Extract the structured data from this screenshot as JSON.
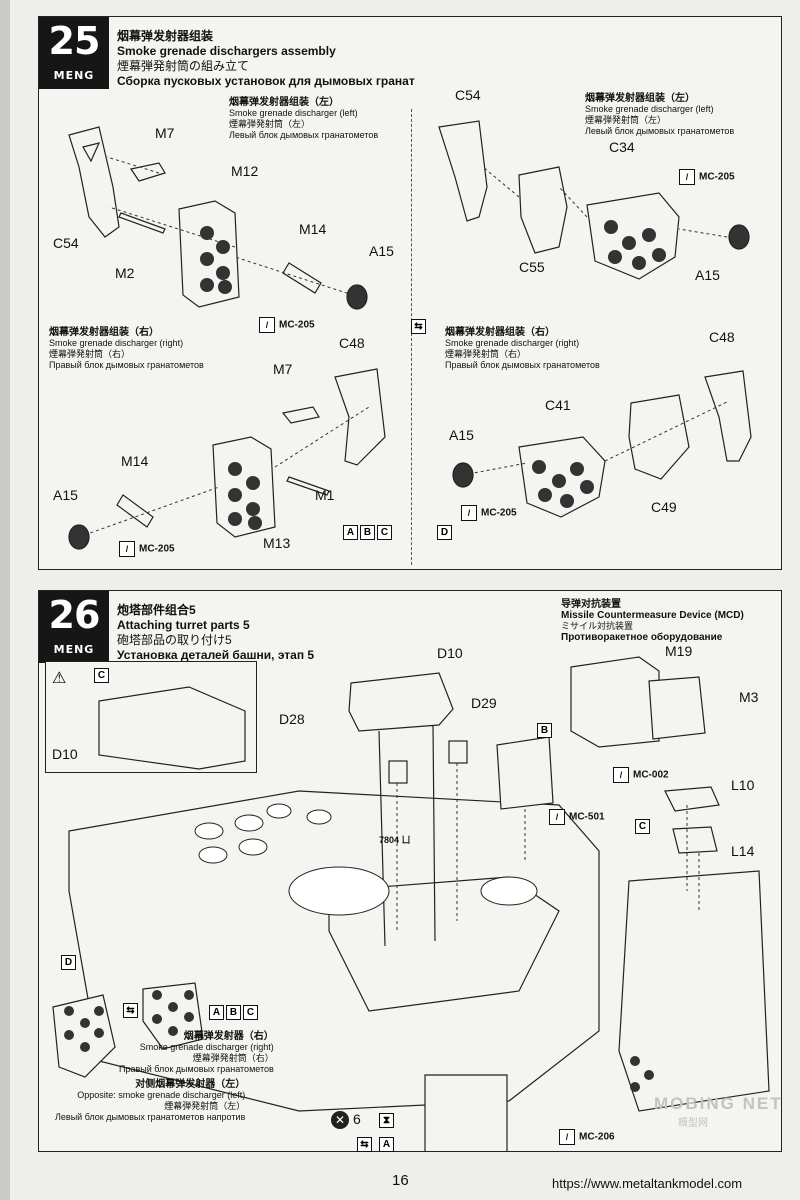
{
  "step25": {
    "num": "25",
    "brand": "MENG",
    "title_cn": "烟幕弹发射器组装",
    "title_en": "Smoke grenade dischargers assembly",
    "title_jp": "煙幕弾発射筒の組み立て",
    "title_ru": "Сборка пусковых установок для дымовых гранат",
    "left_sub": {
      "cn": "烟幕弹发射器组装（左）",
      "en": "Smoke grenade discharger (left)",
      "jp": "煙幕弾発射筒（左）",
      "ru": "Левый блок дымовых гранатометов"
    },
    "right_sub": {
      "cn": "烟幕弹发射器组装（右）",
      "en": "Smoke grenade discharger (right)",
      "jp": "煙幕弾発射筒（右）",
      "ru": "Правый блок дымовых гранатометов"
    },
    "labels": {
      "m7": "M7",
      "m12": "M12",
      "c54": "C54",
      "m2": "M2",
      "m14": "M14",
      "a15": "A15",
      "c55": "C55",
      "c34": "C34",
      "c48": "C48",
      "m1": "M1",
      "m13": "M13",
      "c41": "C41",
      "c49": "C49"
    },
    "paint": "MC-205",
    "variants_abc": [
      "A",
      "B",
      "C"
    ],
    "variant_d": "D"
  },
  "step26": {
    "num": "26",
    "brand": "MENG",
    "title_cn": "炮塔部件组合5",
    "title_en": "Attaching turret parts 5",
    "title_jp": "砲塔部品の取り付け5",
    "title_ru": "Установка деталей башни, этап 5",
    "mcd": {
      "cn": "导弹对抗装置",
      "en": "Missile Countermeasure Device (MCD)",
      "jp": "ミサイル対抗装置",
      "ru": "Противоракетное оборудование"
    },
    "labels": {
      "d10": "D10",
      "d28": "D28",
      "d29": "D29",
      "m19": "M19",
      "m3": "M3",
      "l10": "L10",
      "l14": "L14"
    },
    "variant_c": "C",
    "variant_b": "B",
    "variant_a": "A",
    "variant_d": "D",
    "paint_mc002": "MC-002",
    "paint_mc501": "MC-501",
    "paint_mc206": "MC-206",
    "count": "6",
    "hull_num": "7804 ㄩ",
    "bottom_sub": {
      "cn": "烟幕弹发射器（右）",
      "en": "Smoke grenade discharger (right)",
      "jp": "煙幕弾発射筒（右）",
      "ru": "Правый блок дымовых гранатометов"
    },
    "opp_sub": {
      "cn": "对侧烟幕弹发射器（左）",
      "en": "Opposite: smoke grenade discharger (left)",
      "jp": "煙幕弾発射筒（左）",
      "ru": "Левый блок дымовых гранатометов напротив"
    }
  },
  "page_number": "16",
  "website": "https://www.metaltankmodel.com",
  "watermark": "MOBING NET",
  "watermark_sub": "模型网"
}
